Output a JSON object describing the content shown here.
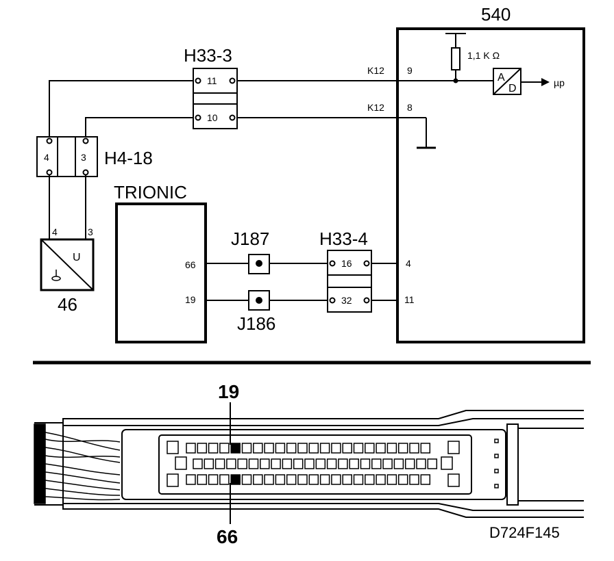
{
  "labels": {
    "comp_540": "540",
    "resistor": "1,1 K Ω",
    "ad_a": "A",
    "ad_d": "D",
    "up": "µp",
    "pin9": "9",
    "pin8": "8",
    "pin4": "4",
    "pin11": "11",
    "k12_top": "K12",
    "k12_bot": "K12",
    "h33_3": "H33-3",
    "h33_3_pin11": "11",
    "h33_3_pin10": "10",
    "h4_18": "H4-18",
    "h4_18_pin4": "4",
    "h4_18_pin3": "3",
    "trionic": "TRIONIC",
    "trionic_pin66": "66",
    "trionic_pin19": "19",
    "j187": "J187",
    "j186": "J186",
    "h33_4": "H33-4",
    "h33_4_pin16": "16",
    "h33_4_pin32": "32",
    "sensor_pin4": "4",
    "sensor_pin3": "3",
    "sensor_u": "U",
    "comp_46": "46",
    "conn_19": "19",
    "conn_66": "66",
    "figure_id": "D724F145"
  }
}
